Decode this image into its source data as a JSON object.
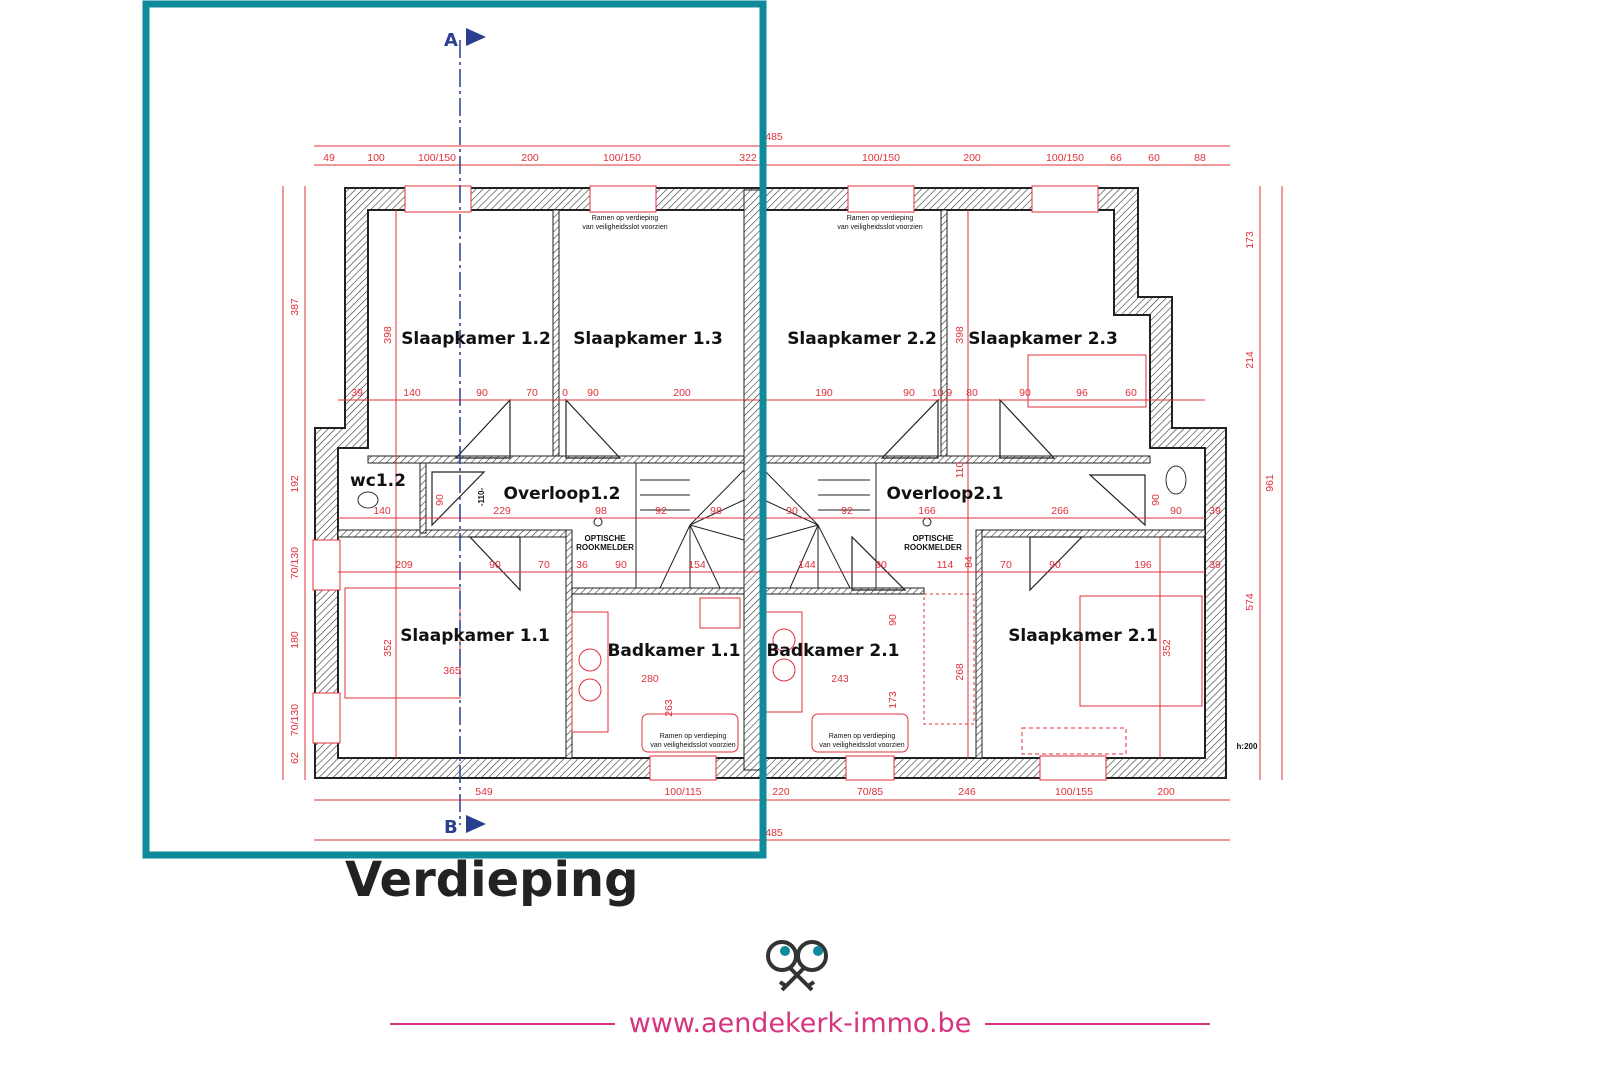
{
  "plan": {
    "title": "Verdieping",
    "section_markers": [
      "A",
      "B"
    ],
    "rooms": [
      "Slaapkamer 1.2",
      "Slaapkamer 1.3",
      "Slaapkamer 2.2",
      "Slaapkamer 2.3",
      "wc1.2",
      "Overloop1.2",
      "Overloop2.1",
      "Slaapkamer 1.1",
      "Badkamer 1.1",
      "Badkamer 2.1",
      "Slaapkamer 2.1"
    ],
    "notes": {
      "window_line1": "Ramen op verdieping",
      "window_line2": "van veiligheidsslot voorzien",
      "smoke1": "OPTISCHE",
      "smoke2": "ROOKMELDER",
      "height": "h:200",
      "stair_mark": "-110-"
    },
    "dims_top": [
      "485",
      "49",
      "100",
      "100/150",
      "200",
      "100/150",
      "322",
      "100/150",
      "200",
      "100/150",
      "66",
      "60",
      "88"
    ],
    "dims_bottom": [
      "549",
      "100/115",
      "220",
      "70/85",
      "246",
      "100/155",
      "200",
      "485"
    ],
    "dims_left": [
      "387",
      "192",
      "70/130",
      "180",
      "70/130",
      "62"
    ],
    "dims_right": [
      "173",
      "214",
      "961",
      "574"
    ],
    "dims_row1": [
      "39",
      "140",
      "90",
      "70",
      "0",
      "90",
      "200",
      "190",
      "90",
      "10.9",
      "80",
      "90",
      "96",
      "60"
    ],
    "dims_row2": [
      "140",
      "229",
      "98",
      "92",
      "98",
      "90",
      "92",
      "166",
      "266",
      "90",
      "39"
    ],
    "dims_row3": [
      "209",
      "90",
      "70",
      "36",
      "90",
      "154",
      "144",
      "90",
      "114",
      "70",
      "90",
      "196",
      "39"
    ],
    "dims_misc": [
      "398",
      "398",
      "352",
      "352",
      "365",
      "280",
      "243",
      "268",
      "173",
      "90",
      "263",
      "110",
      "84",
      "90",
      "90"
    ]
  },
  "footer": {
    "url": "www.aendekerk-immo.be",
    "logo": "aendekerk keys logo"
  },
  "colors": {
    "frame": "#0e8a9a",
    "dimension": "#e0303a",
    "brand": "#d7337e",
    "section": "#2a3f8f"
  }
}
